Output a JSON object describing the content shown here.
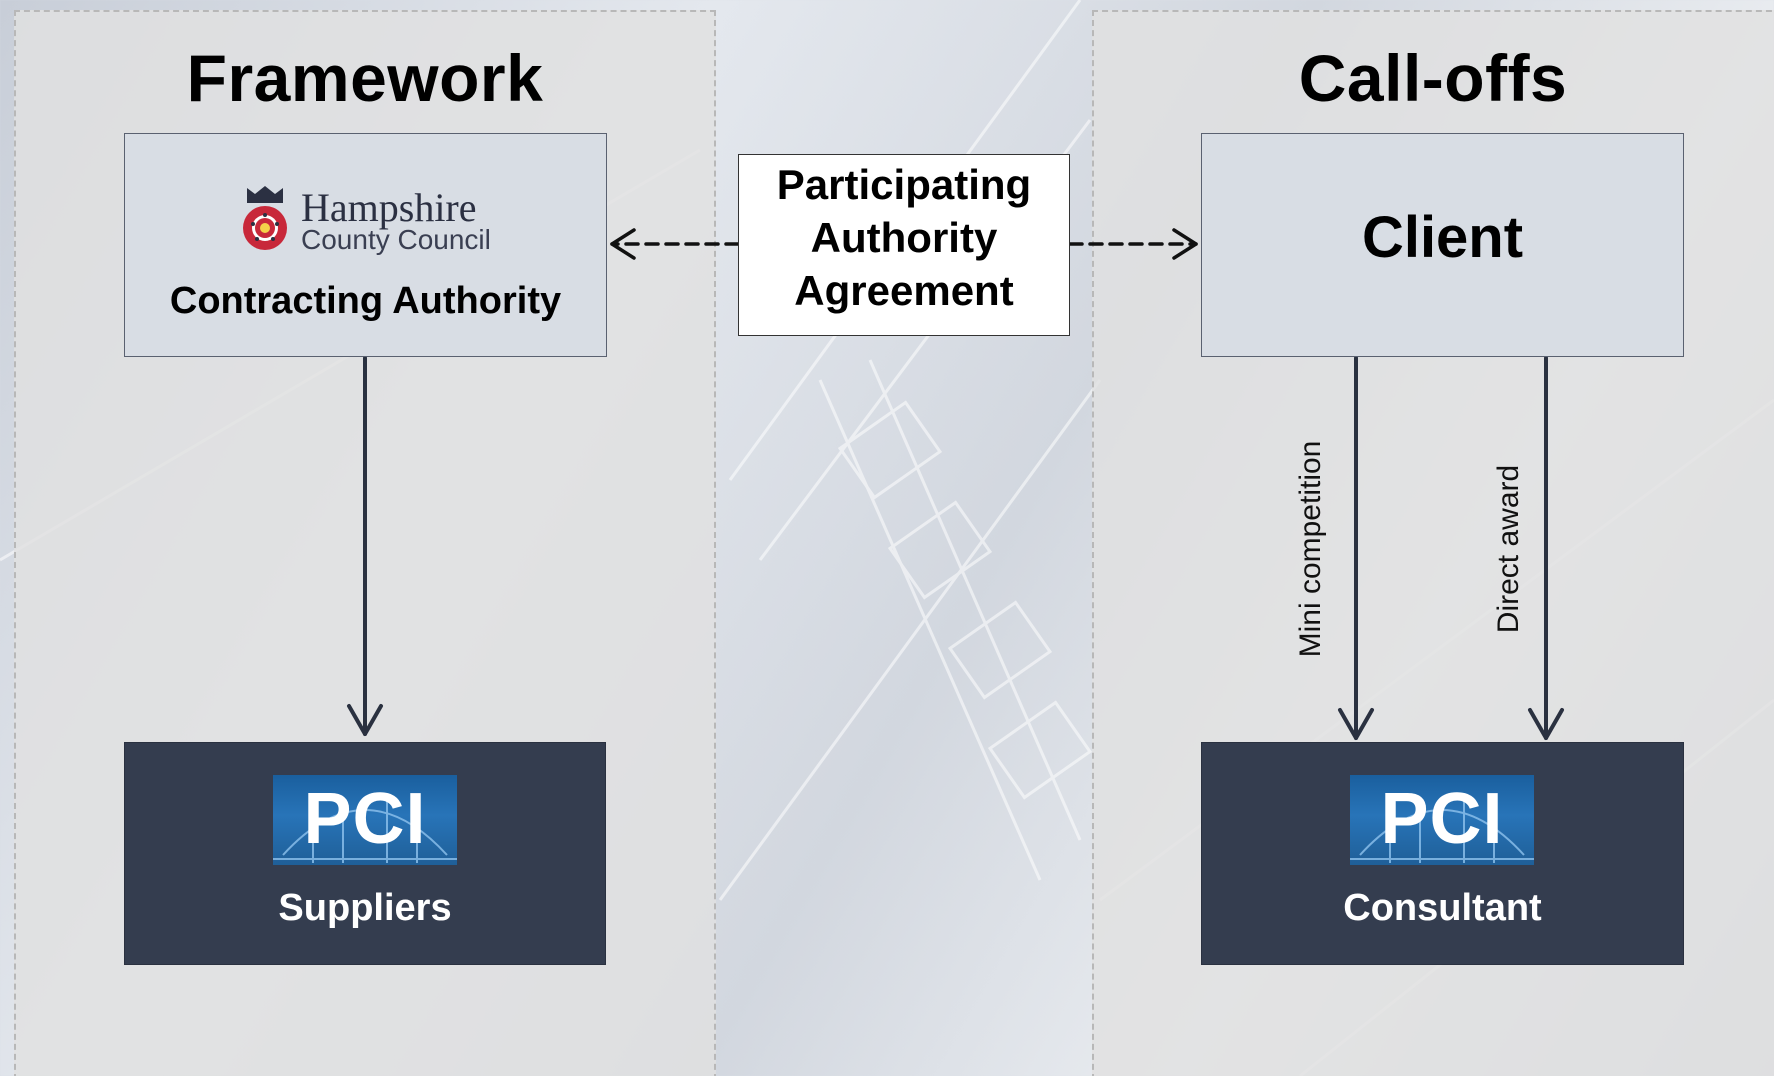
{
  "framework": {
    "title": "Framework",
    "contracting_box": {
      "logo_name": "Hampshire",
      "logo_sub": "County Council",
      "label": "Contracting Authority"
    },
    "suppliers_box": {
      "logo_text": "PCI",
      "label": "Suppliers"
    }
  },
  "calloffs": {
    "title": "Call-offs",
    "client_box": {
      "label": "Client"
    },
    "consultant_box": {
      "logo_text": "PCI",
      "label": "Consultant"
    }
  },
  "agreement": {
    "line1": "Participating",
    "line2": "Authority",
    "line3": "Agreement"
  },
  "edges": {
    "mini_competition": "Mini competition",
    "direct_award": "Direct award"
  },
  "colors": {
    "dark_box": "#343d4f",
    "light_box": "#d8dde4",
    "arrow": "#2a3140",
    "pci_blue": "#2874b8",
    "rose_red": "#c8283a"
  }
}
